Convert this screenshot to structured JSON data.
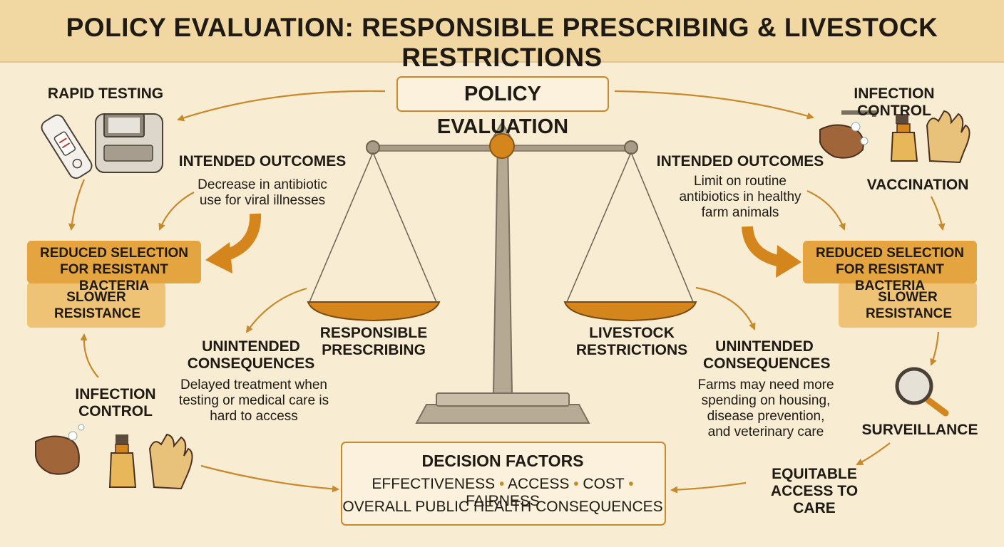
{
  "title": "POLICY EVALUATION: RESPONSIBLE PRESCRIBING & LIVESTOCK RESTRICTIONS",
  "center": {
    "policy_evaluation": "POLICY EVALUATION",
    "left_pan": "RESPONSIBLE PRESCRIBING",
    "right_pan": "LIVESTOCK RESTRICTIONS"
  },
  "left": {
    "rapid_testing": "RAPID TESTING",
    "intended_title": "INTENDED OUTCOMES",
    "intended_text": "Decrease in antibiotic use for viral illnesses",
    "reduced": "REDUCED SELECTION FOR RESISTANT BACTERIA",
    "slower": "SLOWER RESISTANCE",
    "infection_control": "INFECTION CONTROL",
    "unintended_title": "UNINTENDED CONSEQUENCES",
    "unintended_text": "Delayed treatment when testing or medical care is hard to access"
  },
  "right": {
    "infection_control": "INFECTION CONTROL",
    "vaccination": "VACCINATION",
    "intended_title": "INTENDED OUTCOMES",
    "intended_text": "Limit on routine antibiotics in healthy farm animals",
    "reduced": "REDUCED SELECTION FOR RESISTANT BACTERIA",
    "slower": "SLOWER RESISTANCE",
    "surveillance": "SURVEILLANCE",
    "equitable": "EQUITABLE ACCESS TO CARE",
    "unintended_title": "UNINTENDED CONSEQUENCES",
    "unintended_text": "Farms may need more spending on housing, disease prevention, and veterinary care"
  },
  "decision": {
    "title": "DECISION FACTORS",
    "factors": [
      "EFFECTIVENESS",
      "ACCESS",
      "COST",
      "FAIRNESS"
    ],
    "separator": "•",
    "footer": "OVERALL PUBLIC HEALTH CONSEQUENCES"
  },
  "colors": {
    "accent": "#c8892a",
    "dark_orange": "#d4861c",
    "scale": "#9c907d",
    "background": "#f8ecd3"
  }
}
